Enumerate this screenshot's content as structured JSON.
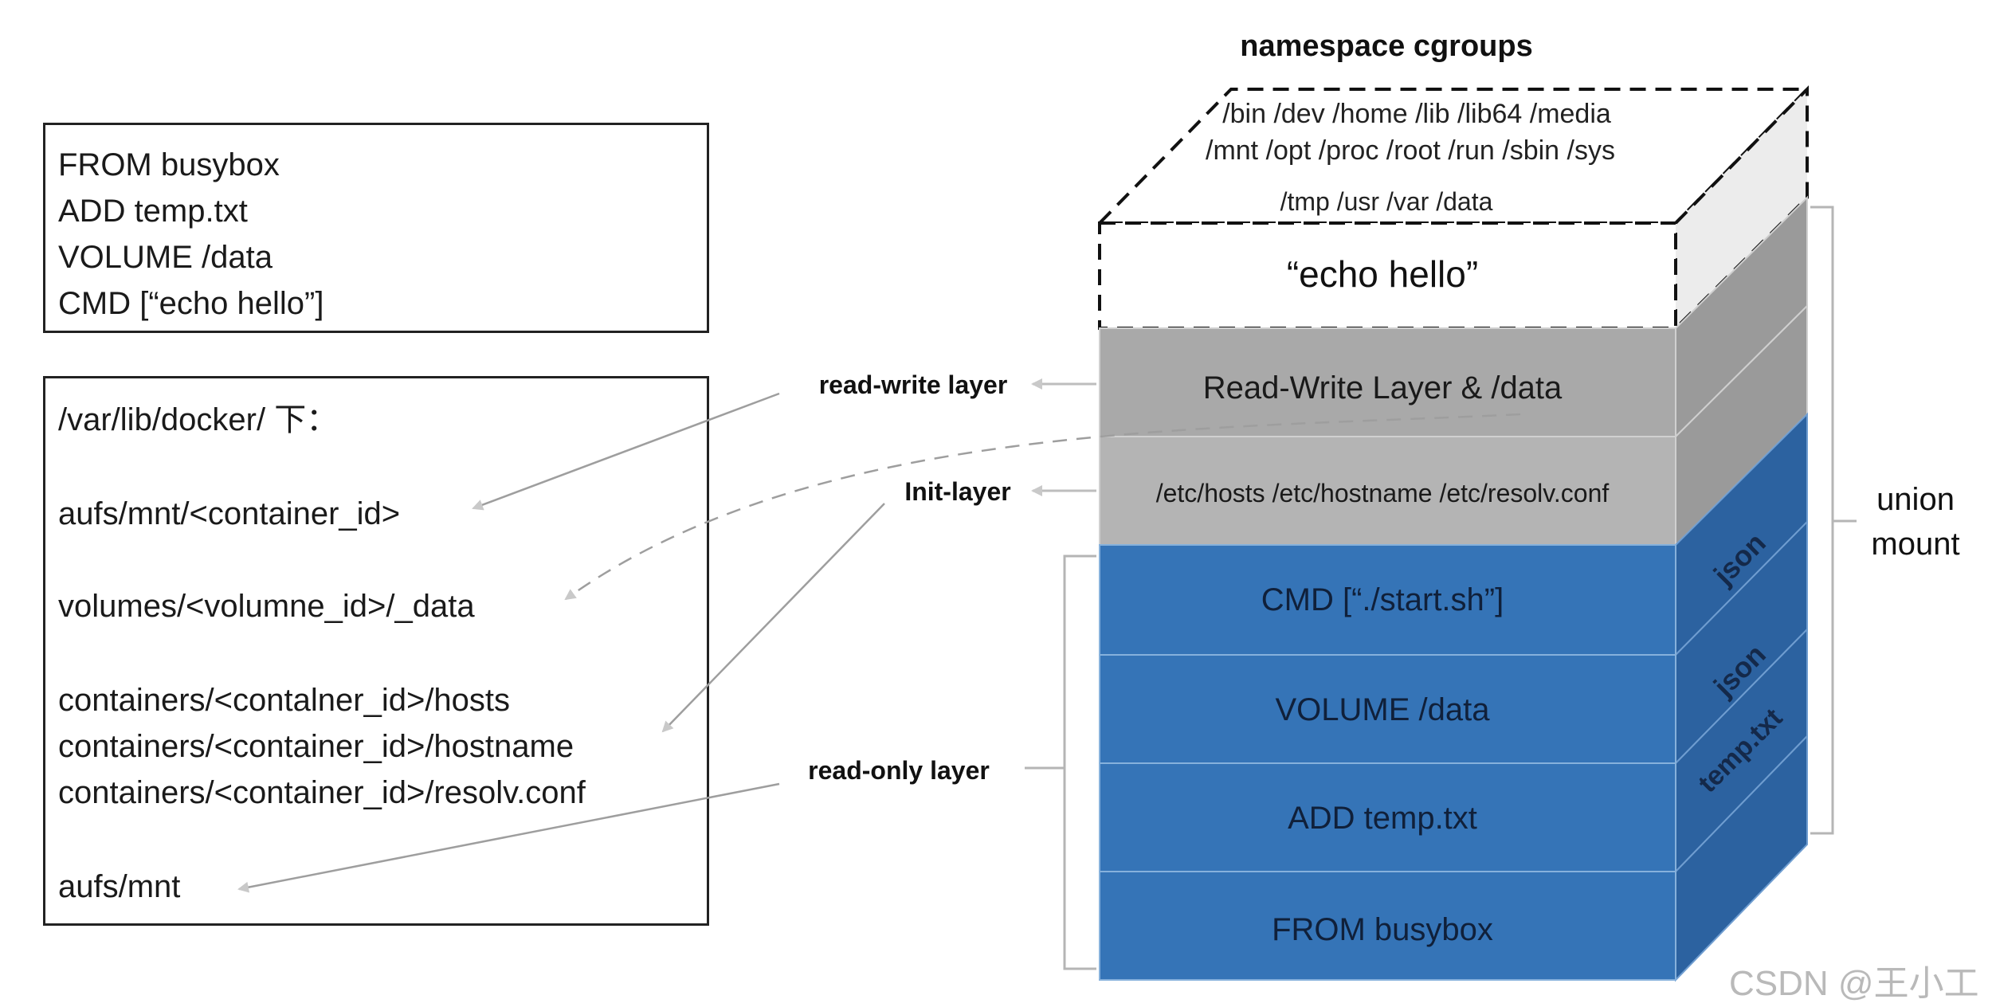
{
  "dockerfile": {
    "lines": [
      "FROM busybox",
      "ADD temp.txt",
      "VOLUME /data",
      "CMD [“echo hello”]"
    ]
  },
  "paths": {
    "lines": [
      "/var/lib/docker/ 下：",
      "aufs/mnt/<container_id>",
      "volumes/<volumne_id>/_data",
      "containers/<contalner_id>/hosts",
      "containers/<container_id>/hostname",
      "containers/<container_id>/resolv.conf",
      "aufs/mnt"
    ]
  },
  "stack": {
    "title": "namespace cgroups",
    "rootfs_lines": [
      "/bin /dev /home /lib /lib64 /media",
      "/mnt /opt /proc /root /run /sbin /sys",
      "/tmp /usr /var /data"
    ],
    "top_cmd": "“echo hello”",
    "rw_layer": "Read-Write Layer & /data",
    "init_layer": "/etc/hosts /etc/hostname /etc/resolv.conf",
    "ro_layers": [
      "CMD [“./start.sh”]",
      "VOLUME /data",
      "ADD temp.txt",
      "FROM busybox"
    ],
    "side_labels": [
      "json",
      "json",
      "temp.txt"
    ]
  },
  "labels": {
    "read_write": "read-write layer",
    "init": "Init-layer",
    "read_only": "read-only layer",
    "union_mount_1": "union",
    "union_mount_2": "mount"
  },
  "colors": {
    "blue_front": "#3574b7",
    "blue_side": "#2a5f98",
    "grey_front": "#a9a9a9",
    "grey_side": "#909090"
  },
  "watermark": "CSDN @王小工"
}
